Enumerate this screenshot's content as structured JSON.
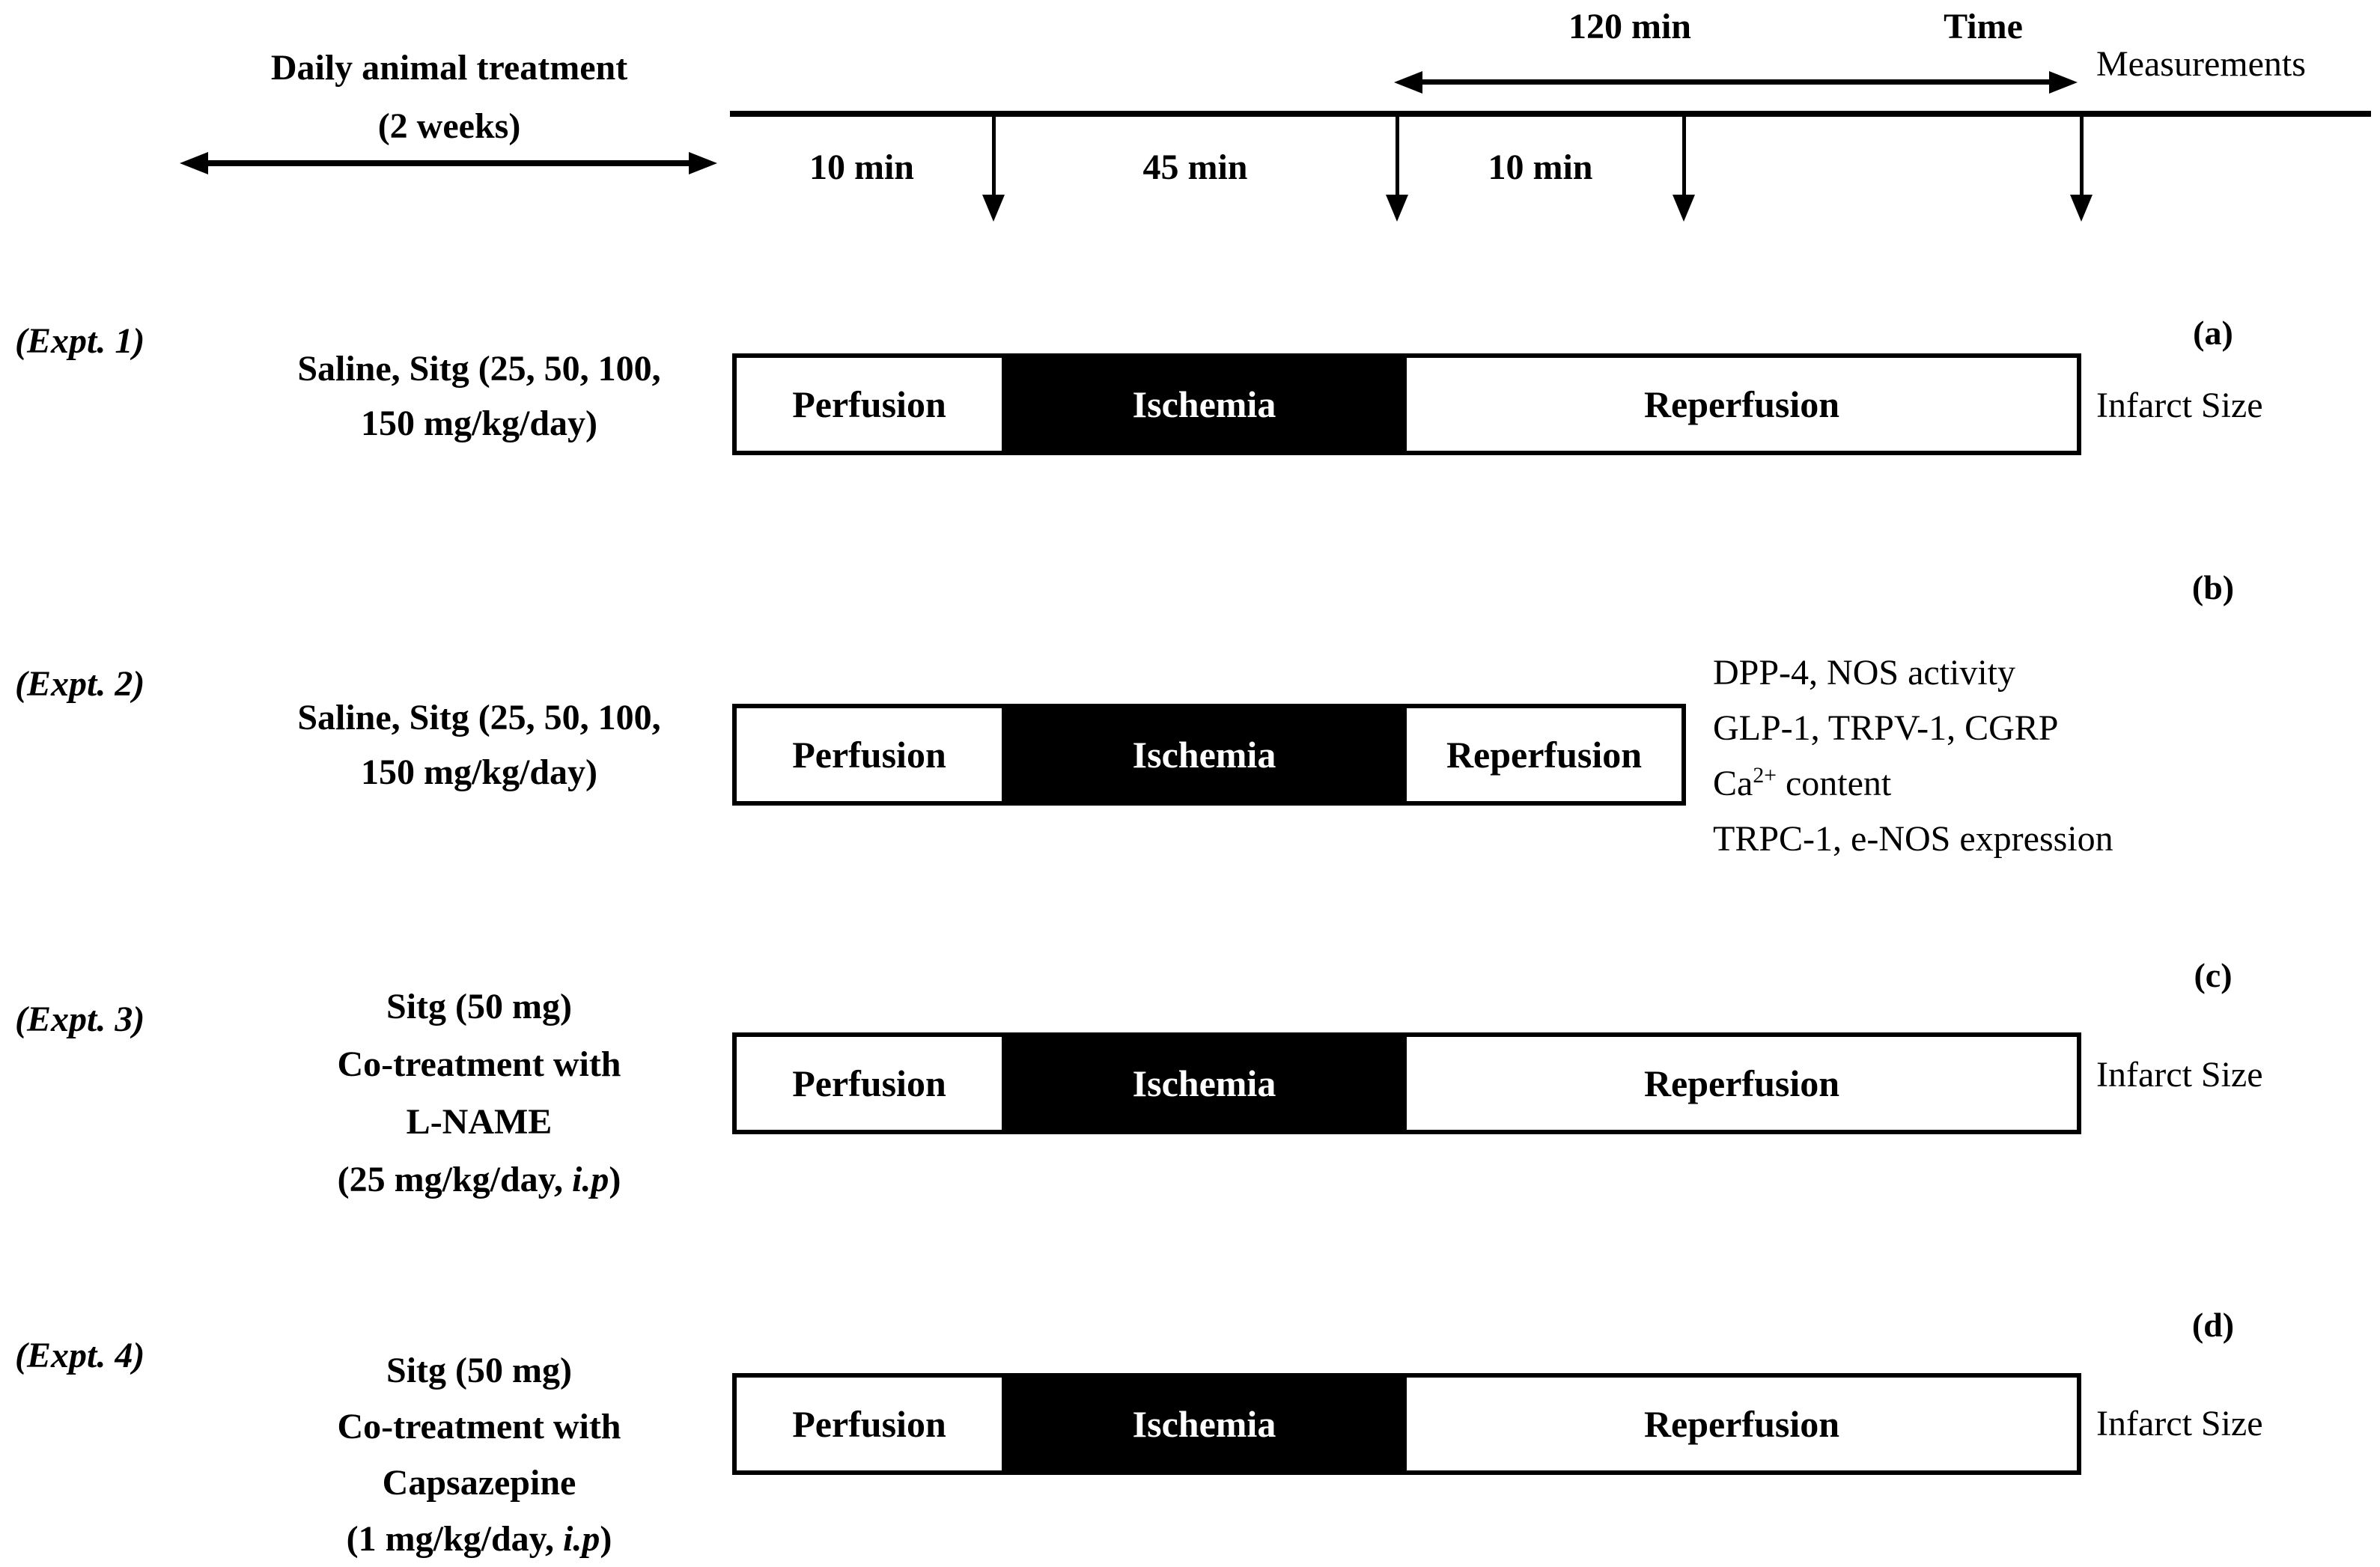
{
  "header": {
    "daily_treatment_line1": "Daily animal treatment",
    "daily_treatment_line2": "(2 weeks)"
  },
  "timeline": {
    "interval_labels": [
      "10 min",
      "45 min",
      "10 min"
    ],
    "span_label": "120 min",
    "time_label": "Time",
    "measurements_label": "Measurements"
  },
  "colors": {
    "foreground": "#000000",
    "background": "#ffffff",
    "ischemia_fill": "#000000",
    "ischemia_text": "#ffffff"
  },
  "experiments": [
    {
      "id": "(Expt. 1)",
      "treatment_lines": [
        "Saline, Sitg (25, 50, 100,",
        "150 mg/kg/day)"
      ],
      "phases": [
        "Perfusion",
        "Ischemia",
        "Reperfusion"
      ],
      "panel_label": "(a)",
      "outcome": "Infarct Size"
    },
    {
      "id": "(Expt. 2)",
      "treatment_lines": [
        "Saline, Sitg (25, 50, 100,",
        "150 mg/kg/day)"
      ],
      "phases": [
        "Perfusion",
        "Ischemia",
        "Reperfusion"
      ],
      "panel_label": "(b)",
      "outcome_lines": {
        "line1": "DPP-4, NOS activity",
        "line2": "GLP-1, TRPV-1, CGRP",
        "line3_base": "Ca",
        "line3_sup": "2+",
        "line3_rest": " content",
        "line4": "TRPC-1, e-NOS expression"
      }
    },
    {
      "id": "(Expt. 3)",
      "treatment_lines": [
        "Sitg (50 mg)",
        "Co-treatment with",
        "L-NAME"
      ],
      "dose_prefix": "(25 mg/kg/day, ",
      "dose_italic": "i.p",
      "dose_suffix": ")",
      "phases": [
        "Perfusion",
        "Ischemia",
        "Reperfusion"
      ],
      "panel_label": "(c)",
      "outcome": "Infarct Size"
    },
    {
      "id": "(Expt. 4)",
      "treatment_lines": [
        "Sitg (50 mg)",
        "Co-treatment with",
        "Capsazepine"
      ],
      "dose_prefix": "(1 mg/kg/day, ",
      "dose_italic": "i.p",
      "dose_suffix": ")",
      "phases": [
        "Perfusion",
        "Ischemia",
        "Reperfusion"
      ],
      "panel_label": "(d)",
      "outcome": "Infarct Size"
    }
  ]
}
